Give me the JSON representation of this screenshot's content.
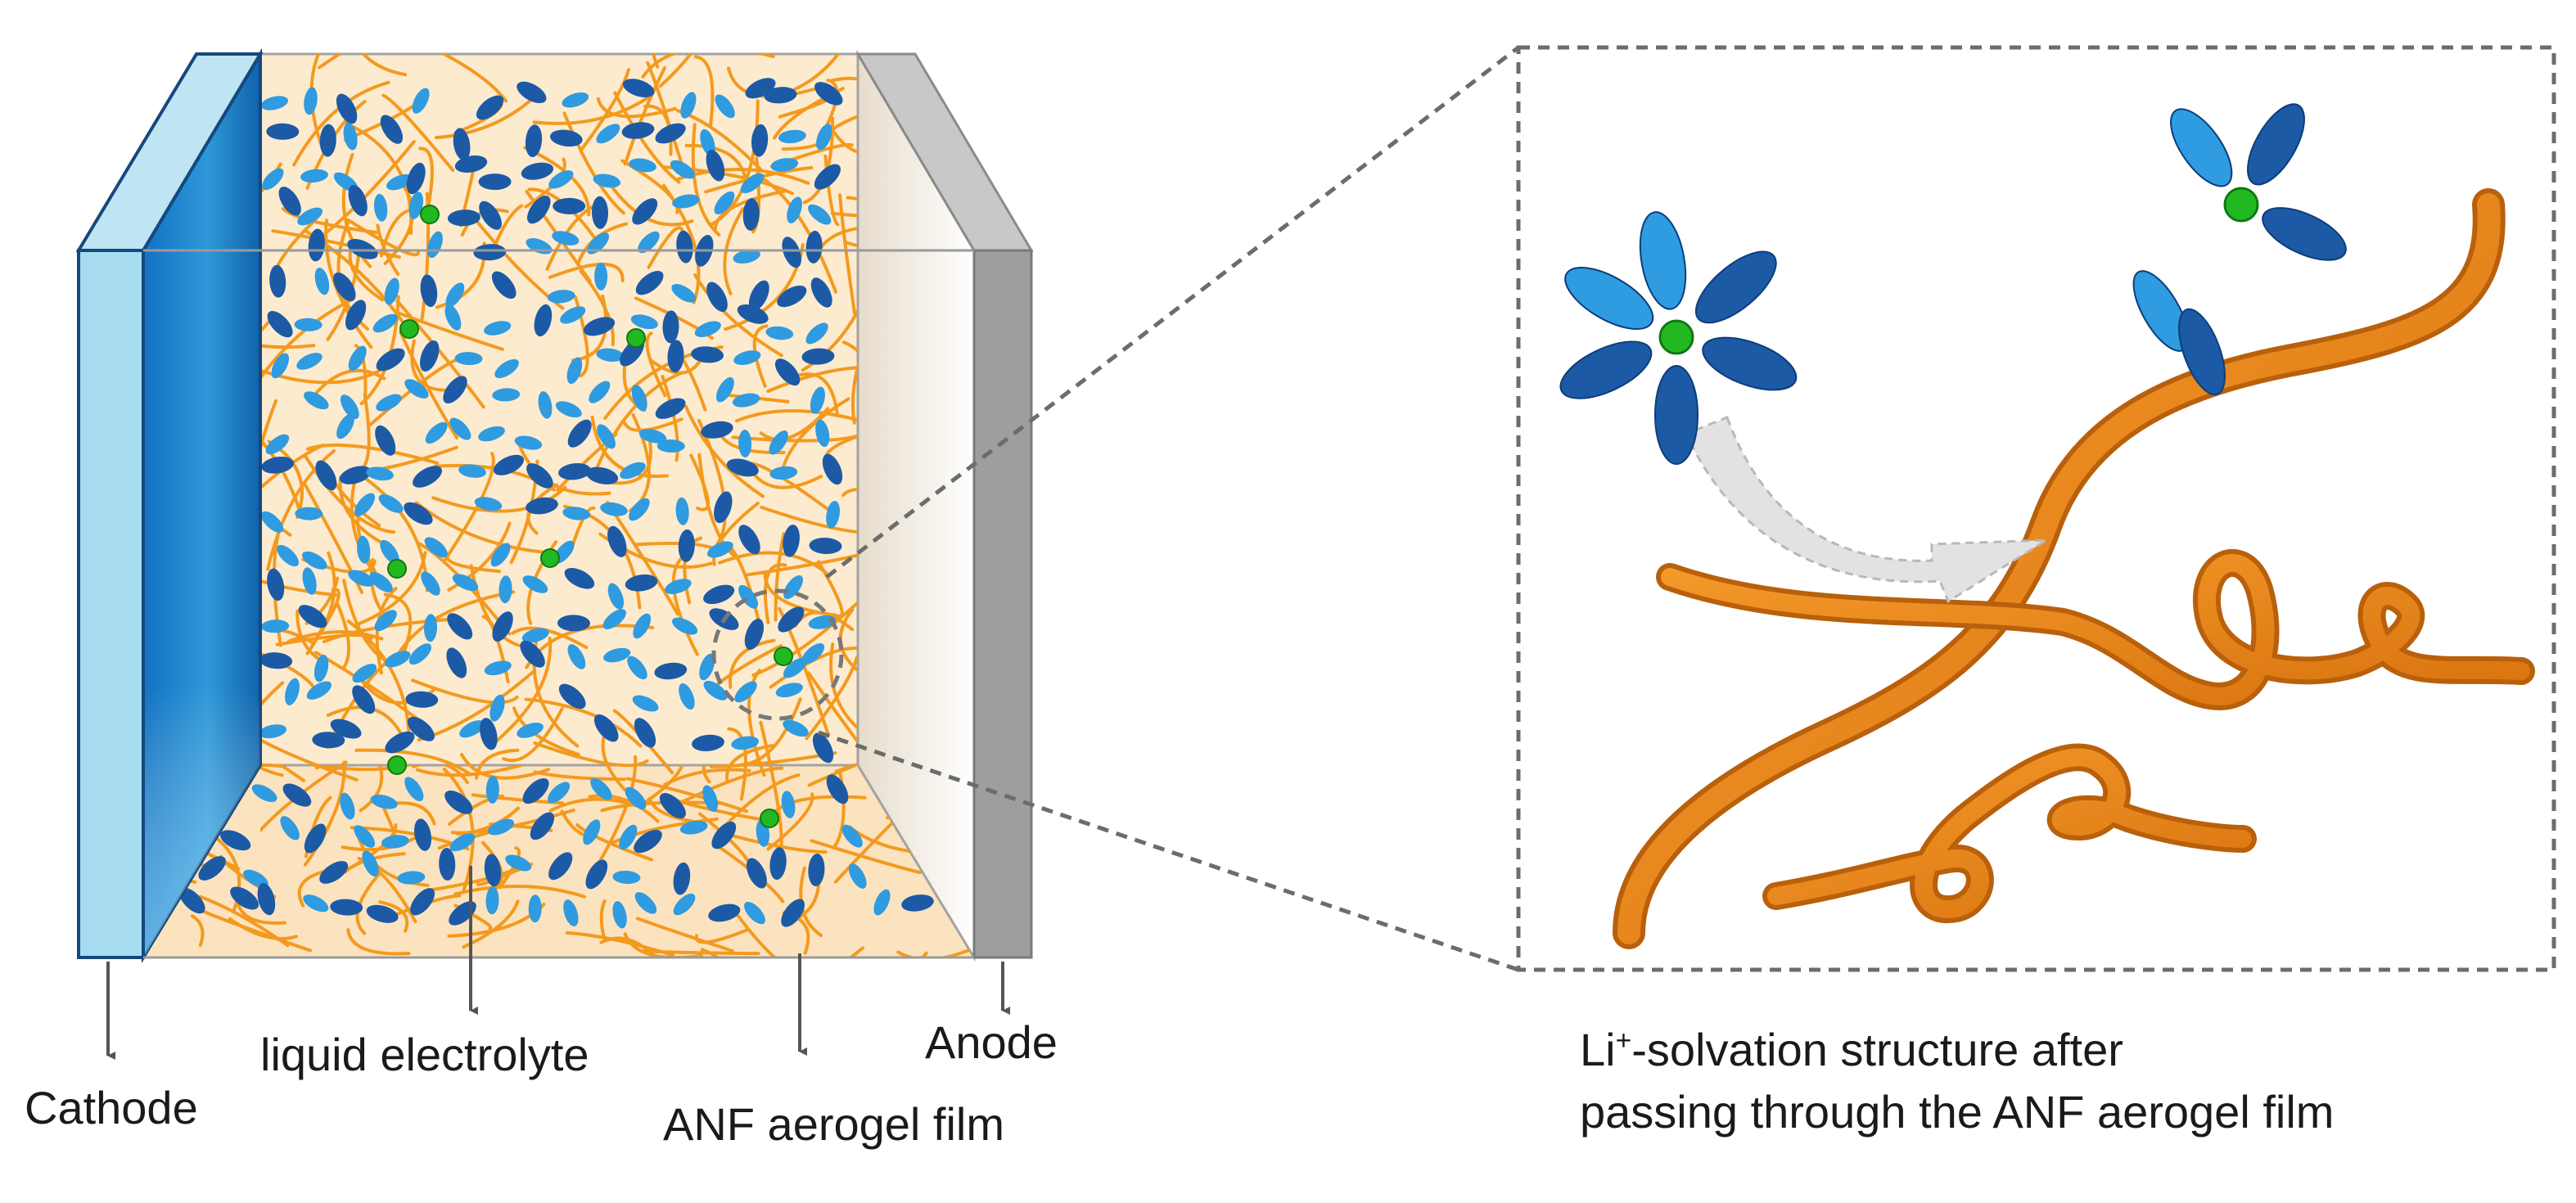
{
  "labels": {
    "cathode": "Cathode",
    "liquid_electrolyte": "liquid electrolyte",
    "anf_aerogel_film": "ANF aerogel film",
    "anode": "Anode"
  },
  "caption": {
    "species": "Li",
    "charge": "+",
    "line1_rest": "-solvation structure after",
    "line2": "passing through the ANF aerogel film"
  },
  "colors": {
    "fiber": "#f39a1e",
    "ribbon": "#e8821a",
    "solvent_dark": "#1c5aa6",
    "solvent_light": "#2f9be0",
    "li_ion": "#22b822",
    "gel_bg": "#fdebd0",
    "cathode_blue": "#1a7fc6",
    "anode_gray": "#9e9e9e"
  }
}
